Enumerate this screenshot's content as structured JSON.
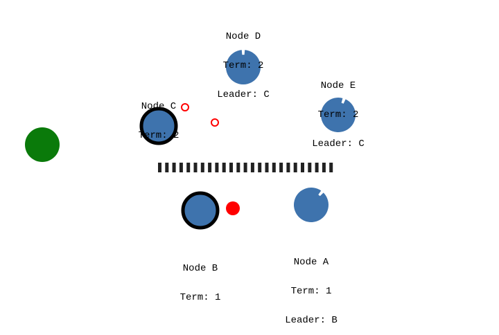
{
  "colors": {
    "node_fill": "#3e73ad",
    "leader_outline": "#000000",
    "message_red": "#ff0000",
    "client_green": "#0a7a0a",
    "partition": "#222222"
  },
  "nodes": [
    {
      "id": "D",
      "name": "Node D",
      "term": "Term: 2",
      "leader": "Leader: C",
      "role": "follower",
      "notch_deg": 0
    },
    {
      "id": "E",
      "name": "Node E",
      "term": "Term: 2",
      "leader": "Leader: C",
      "role": "follower",
      "notch_deg": 20
    },
    {
      "id": "C",
      "name": "Node C",
      "term": "Term: 2",
      "leader": "",
      "role": "leader",
      "notch_deg": null
    },
    {
      "id": "B",
      "name": "Node B",
      "term": "Term: 1",
      "leader": "",
      "role": "leader",
      "notch_deg": null
    },
    {
      "id": "A",
      "name": "Node A",
      "term": "Term: 1",
      "leader": "Leader: B",
      "role": "follower",
      "notch_deg": 40
    }
  ],
  "messages": [
    {
      "from": "C",
      "kind": "outline"
    },
    {
      "from": "C",
      "kind": "outline"
    },
    {
      "from": "B",
      "kind": "filled"
    }
  ],
  "client": {
    "icon": "client-node"
  },
  "partition": {
    "icon": "network-partition"
  }
}
